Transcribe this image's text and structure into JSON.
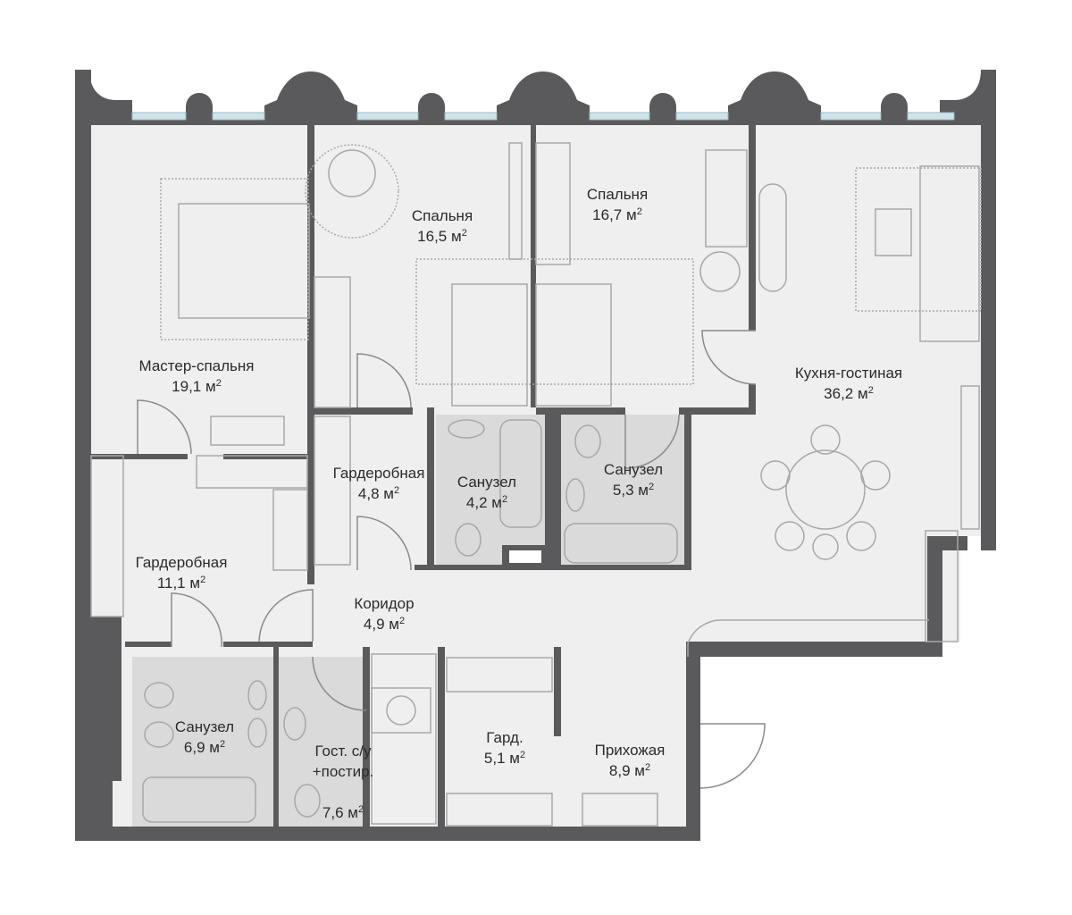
{
  "plan": {
    "unit": "м",
    "unit_power": "2",
    "colors": {
      "wall": "#5a5a5c",
      "floor": "#efefef",
      "tile": "#dadada",
      "window": "#cfe4ea",
      "furniture": "#b8b8b8",
      "page": "#ffffff"
    },
    "rooms": [
      {
        "id": "master",
        "name": "Мастер-спальня",
        "area": "19,1"
      },
      {
        "id": "bedroom1",
        "name": "Спальня",
        "area": "16,5"
      },
      {
        "id": "bedroom2",
        "name": "Спальня",
        "area": "16,7"
      },
      {
        "id": "kitchen",
        "name": "Кухня-гостиная",
        "area": "36,2"
      },
      {
        "id": "wardrobe1",
        "name": "Гардеробная",
        "area": "4,8"
      },
      {
        "id": "bath1",
        "name": "Санузел",
        "area": "4,2"
      },
      {
        "id": "bath2",
        "name": "Санузел",
        "area": "5,3"
      },
      {
        "id": "wardrobe2",
        "name": "Гардеробная",
        "area": "11,1"
      },
      {
        "id": "corridor",
        "name": "Коридор",
        "area": "4,9"
      },
      {
        "id": "bath3",
        "name": "Санузел",
        "area": "6,9"
      },
      {
        "id": "guest",
        "name": "Гост. с/у\n+постир.",
        "area": "7,6"
      },
      {
        "id": "gard",
        "name": "Гард.",
        "area": "5,1"
      },
      {
        "id": "hall",
        "name": "Прихожая",
        "area": "8,9"
      }
    ]
  }
}
